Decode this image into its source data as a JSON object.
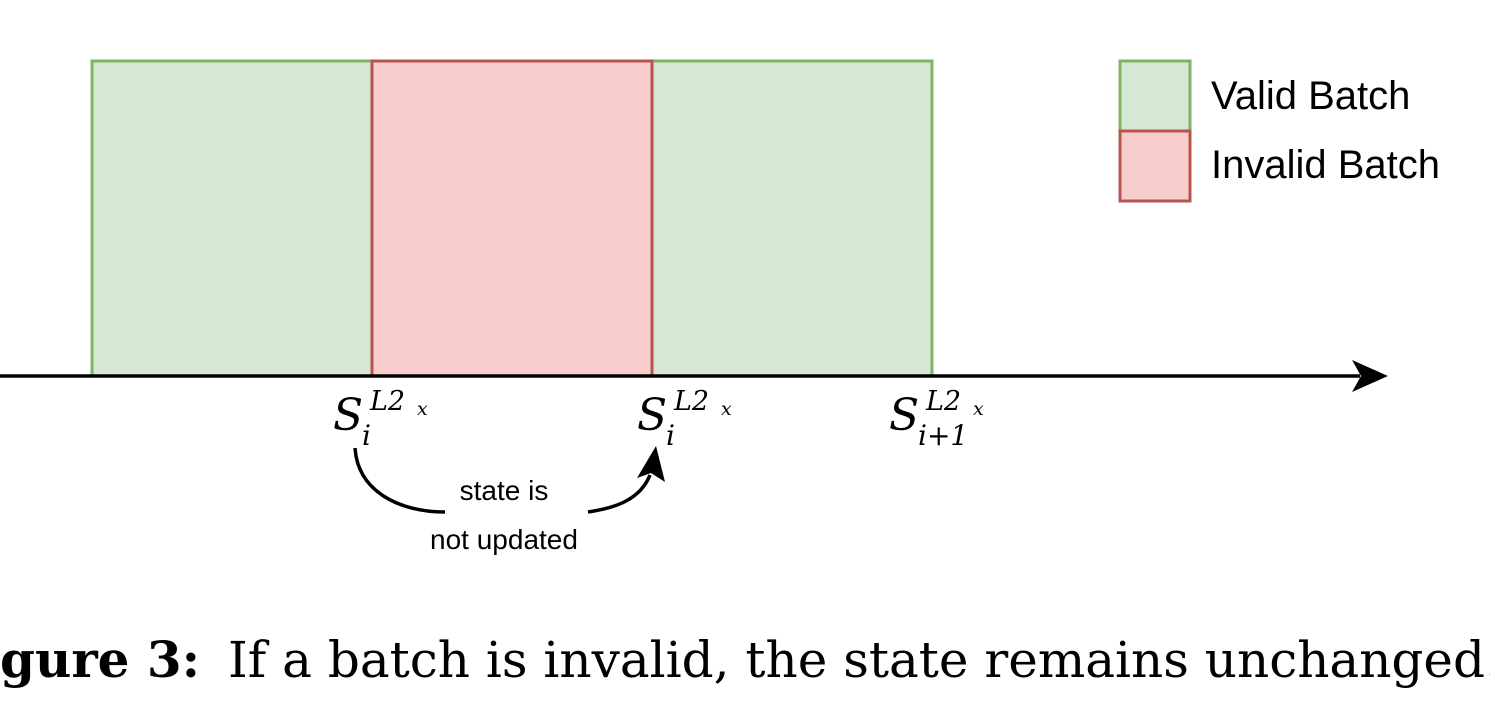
{
  "legend": {
    "valid_label": "Valid Batch",
    "invalid_label": "Invalid Batch"
  },
  "colors": {
    "valid_fill": "#d5e8d4",
    "valid_stroke": "#82b366",
    "invalid_fill": "#f8cecc",
    "invalid_stroke": "#b85450",
    "axis": "#000000"
  },
  "batches": [
    {
      "status": "valid"
    },
    {
      "status": "invalid"
    },
    {
      "status": "valid"
    }
  ],
  "state_labels": [
    {
      "base": "S",
      "sup": "L2",
      "sup_sub": "x",
      "sub": "i"
    },
    {
      "base": "S",
      "sup": "L2",
      "sup_sub": "x",
      "sub": "i"
    },
    {
      "base": "S",
      "sup": "L2",
      "sup_sub": "x",
      "sub": "i+1"
    }
  ],
  "annotation": {
    "line1": "state is",
    "line2": "not updated"
  },
  "caption": {
    "label": "gure 3:",
    "text": "If a batch is invalid, the state remains unchanged."
  }
}
